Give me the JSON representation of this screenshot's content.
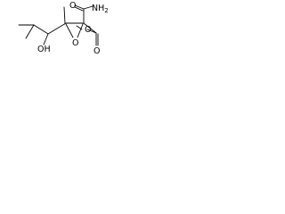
{
  "structure": {
    "labels": {
      "amide": {
        "main": "NH",
        "sub": "2"
      },
      "carbonyl_oxygen_amide": "O",
      "carbonyl_oxygen_ester": "O",
      "ester_oxygen": "O",
      "epoxide_oxygen": "O",
      "hydroxyl": "OH"
    },
    "colors": {
      "bonds": "#000000",
      "labels": "#000000",
      "background": "#ffffff"
    }
  }
}
